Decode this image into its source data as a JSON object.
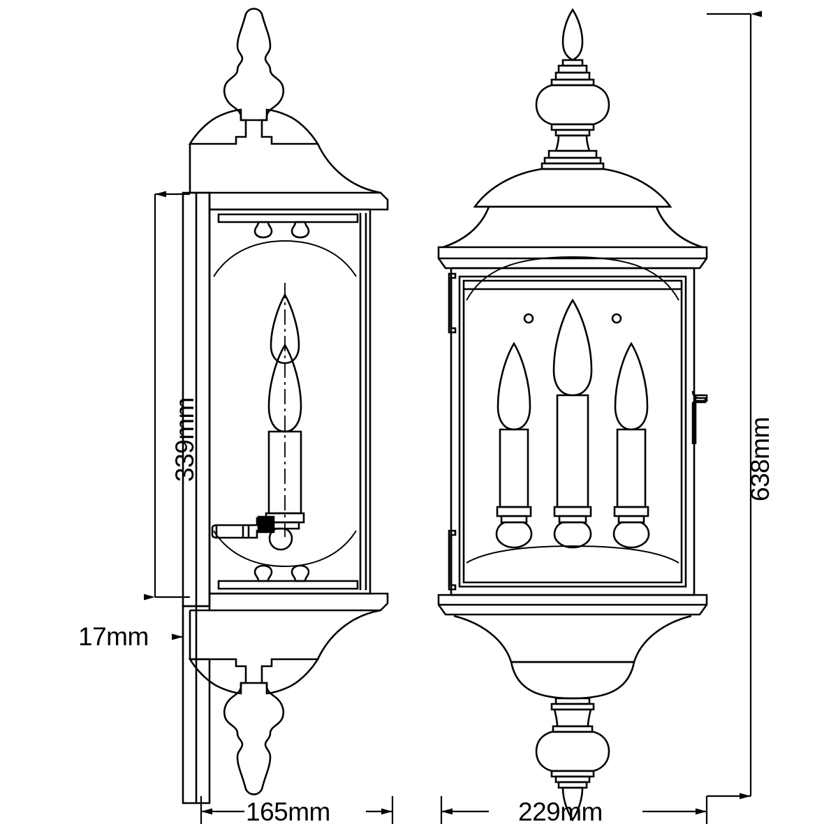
{
  "drawing": {
    "title": "Wall Lantern Sconce Dimensional Drawing",
    "line_color": "#000000",
    "background_color": "#ffffff",
    "units": "mm",
    "views": [
      {
        "name": "side-elevation",
        "position": "left"
      },
      {
        "name": "front-elevation",
        "position": "right"
      }
    ]
  },
  "dimensions": {
    "height_body": {
      "label": "339mm",
      "value": 339,
      "orientation": "vertical",
      "side": "left",
      "view": "side-elevation"
    },
    "backplate_depth": {
      "label": "17mm",
      "value": 17,
      "orientation": "horizontal",
      "side": "left",
      "view": "side-elevation"
    },
    "overall_height": {
      "label": "638mm",
      "value": 638,
      "orientation": "vertical",
      "side": "right",
      "view": "front-elevation"
    },
    "depth": {
      "label": "165mm",
      "value": 165,
      "orientation": "horizontal",
      "side": "bottom",
      "view": "side-elevation"
    },
    "width": {
      "label": "229mm",
      "value": 229,
      "orientation": "horizontal",
      "side": "bottom",
      "view": "front-elevation"
    }
  },
  "components": {
    "top_finial": "urn-spire-finial",
    "top_cap": "domed-crown-cap",
    "lantern_body": "glazed-arched-lantern-box",
    "candles": {
      "count": 3,
      "arrangement": "center-tall-two-short"
    },
    "bottom_bowl": "inverted-bowl-base",
    "bottom_finial": "pendant-drop-finial",
    "backplate": "flat-wall-mount-backplate",
    "hinges": {
      "count": 2,
      "side": "left"
    },
    "latch": {
      "count": 1,
      "side": "right"
    }
  }
}
